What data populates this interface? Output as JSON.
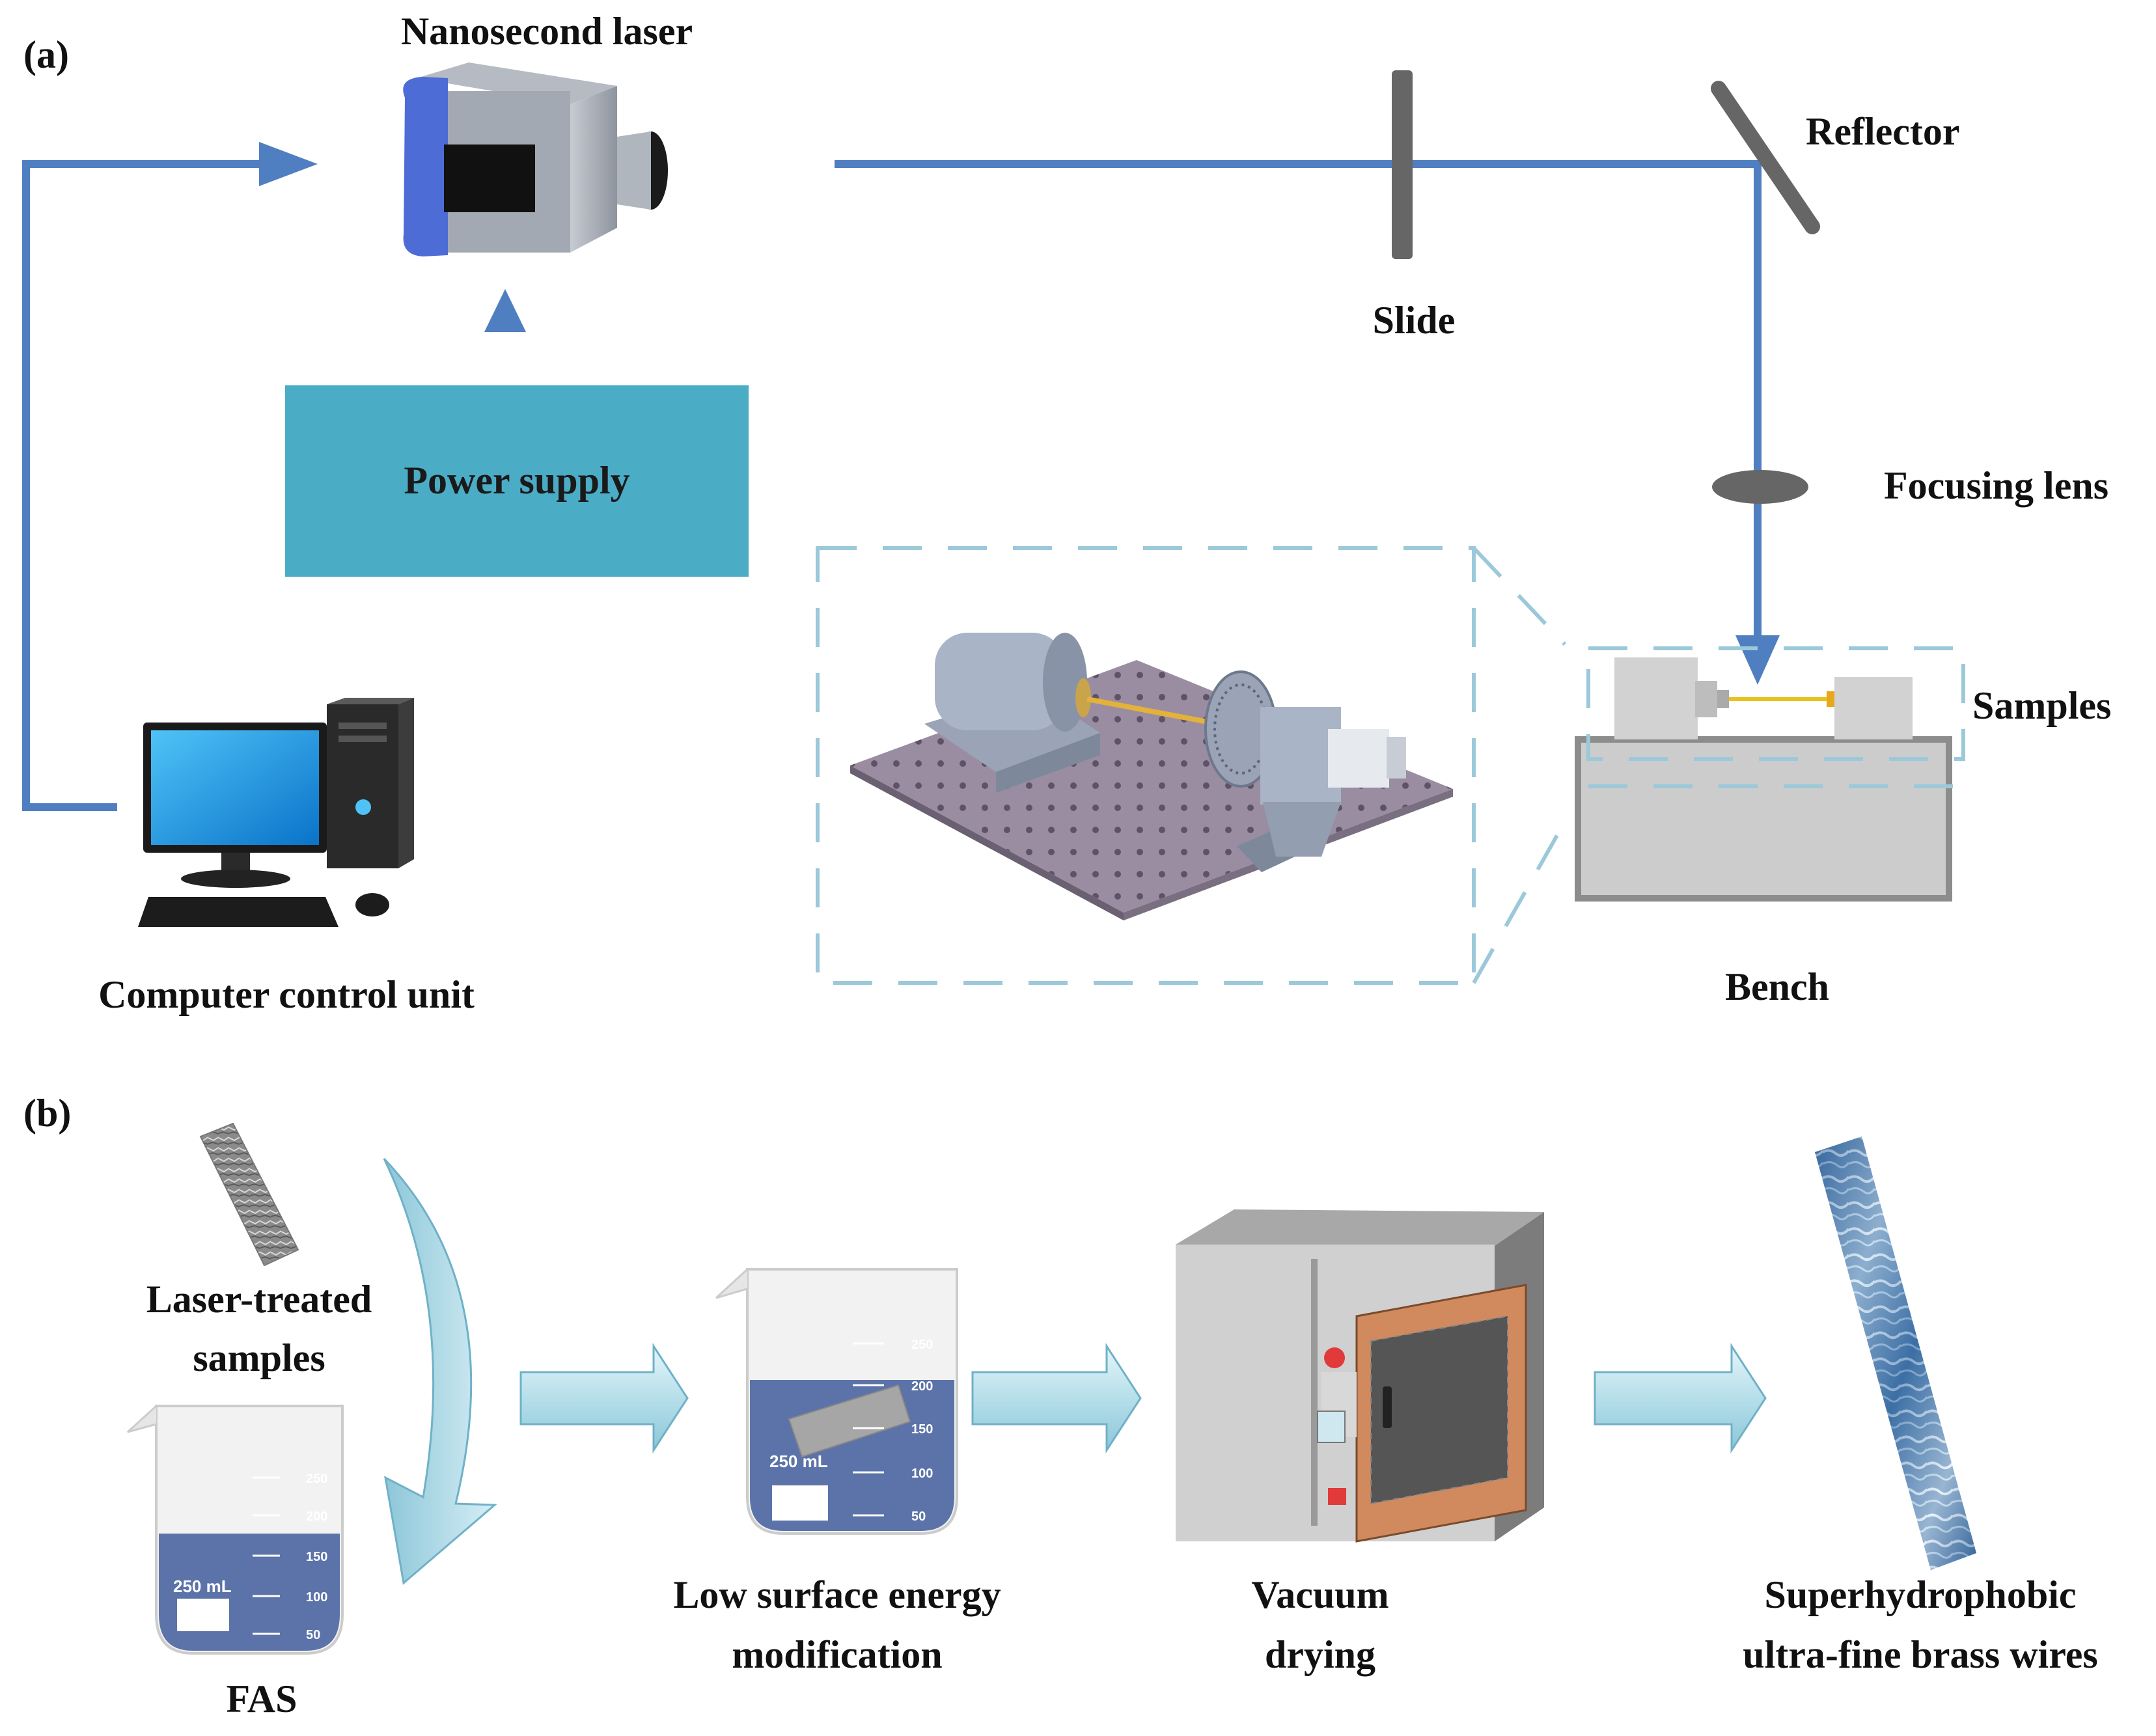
{
  "panels": {
    "a": "(a)",
    "b": "(b)"
  },
  "panel_a": {
    "laser": "Nanosecond laser",
    "power_supply": "Power supply",
    "computer": "Computer control unit",
    "slide": "Slide",
    "reflector": "Reflector",
    "focusing_lens": "Focusing lens",
    "samples": "Samples",
    "bench": "Bench"
  },
  "panel_b": {
    "laser_treated_line1": "Laser-treated",
    "laser_treated_line2": "samples",
    "fas": "FAS",
    "low_surface_line1": "Low surface energy",
    "low_surface_line2": "modification",
    "vacuum_line1": "Vacuum",
    "vacuum_line2": "drying",
    "superhydrophobic_line1": "Superhydrophobic",
    "superhydrophobic_line2": "ultra-fine brass wires",
    "beaker_volume": "250 mL",
    "beaker_ticks": [
      "250",
      "200",
      "150",
      "100",
      "50"
    ]
  },
  "colors": {
    "beam": "#4f7fc1",
    "power_supply_fill": "#4bacc6",
    "dashed_frame": "#9cc9d9",
    "arrow_fill": "#bfe3ec",
    "liquid": "#5b73a8"
  }
}
